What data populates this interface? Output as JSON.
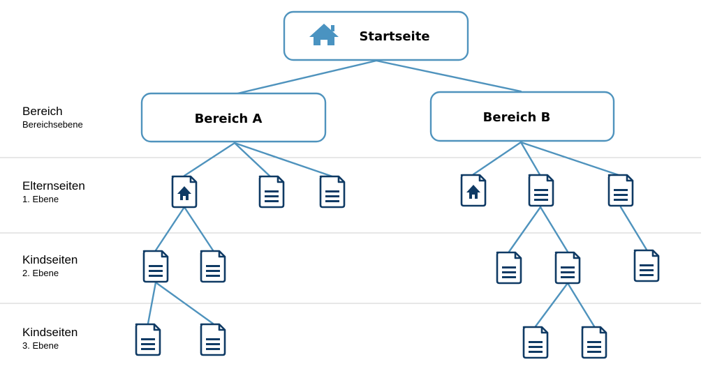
{
  "colors": {
    "line": "#4f93bd",
    "box_border": "#4f93bd",
    "icon_dark": "#0f3a64",
    "home_icon": "#4a93c1",
    "divider": "#cfcfcf"
  },
  "root": {
    "label": "Startseite",
    "icon": "home-icon"
  },
  "areas": [
    {
      "label": "Bereich A"
    },
    {
      "label": "Bereich B"
    }
  ],
  "levels": [
    {
      "main": "Bereich",
      "sub": "Bereichsebene"
    },
    {
      "main": "Elternseiten",
      "sub": "1. Ebene"
    },
    {
      "main": "Kindseiten",
      "sub": "2. Ebene"
    },
    {
      "main": "Kindseiten",
      "sub": "3. Ebene"
    }
  ],
  "page_icons": {
    "home": "home-page-icon",
    "document": "document-icon"
  }
}
